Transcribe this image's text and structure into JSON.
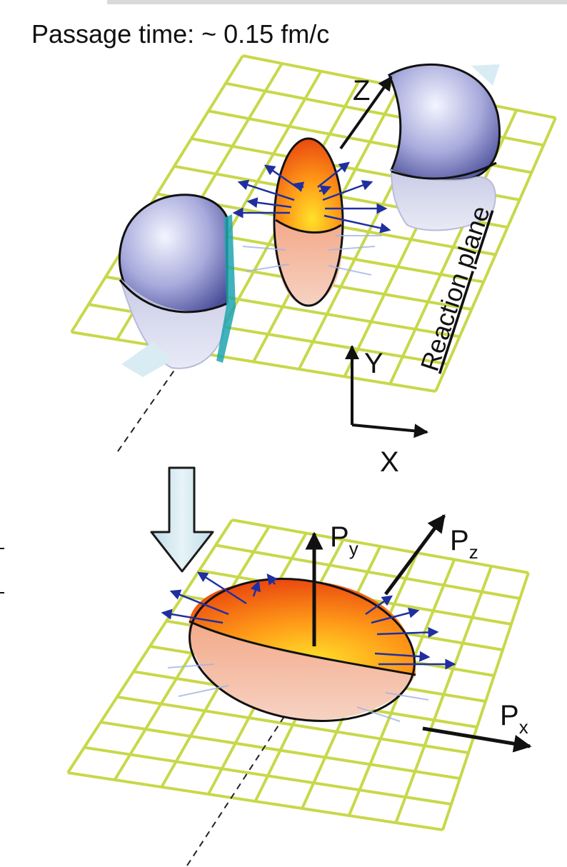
{
  "caption": "Passage time: ~ 0.15 fm/c",
  "labels": {
    "z_axis": "Z",
    "y_axis": "Y",
    "x_axis": "X",
    "reaction_plane": "Reaction plane",
    "p": "P",
    "px_sub": "x",
    "py_sub": "y",
    "pz_sub": "z"
  },
  "colors": {
    "grid": "#c8d84a",
    "nucleus": "#5a5fa8",
    "fireball_top": "#f05a14",
    "fireball_core": "#ffd21e",
    "fireball_lower": "#f2b49a",
    "flow_arrows": "#1f2fa0",
    "transition_arrow": "#cfe6ee"
  }
}
